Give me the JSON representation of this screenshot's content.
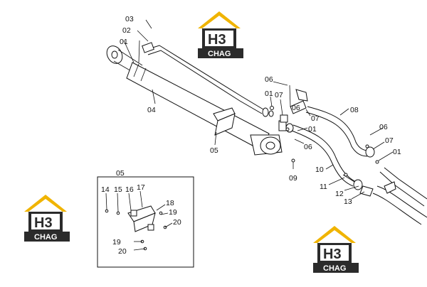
{
  "logo": {
    "mark": "H3",
    "word": "CHAG",
    "colors": {
      "roof": "#f0b400",
      "dark": "#2b2b2b",
      "text_light": "#ffffff"
    }
  },
  "callouts": [
    "03",
    "02",
    "01",
    "04",
    "05",
    "06",
    "01",
    "07",
    "06",
    "07",
    "01",
    "08",
    "06",
    "07",
    "01",
    "06",
    "09",
    "10",
    "11",
    "12",
    "13"
  ],
  "detail": {
    "title": "05",
    "callouts": [
      "14",
      "15",
      "16",
      "17",
      "18",
      "19",
      "20",
      "19",
      "20"
    ]
  }
}
